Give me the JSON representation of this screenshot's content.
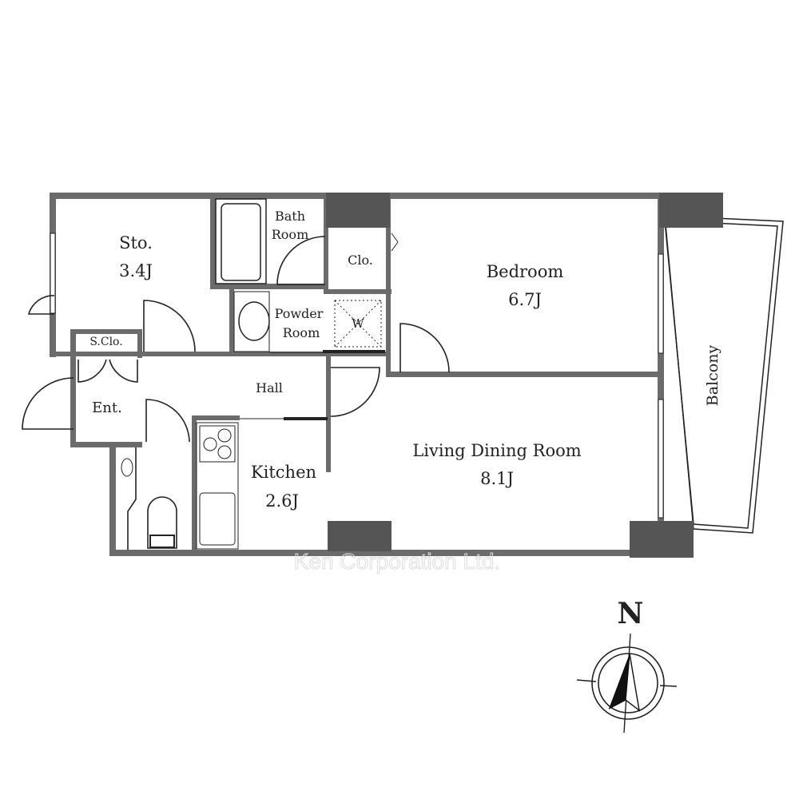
{
  "rooms": {
    "storage": {
      "name": "Sto.",
      "size": "3.4J"
    },
    "bath": {
      "line1": "Bath",
      "line2": "Room"
    },
    "closet": {
      "name": "Clo."
    },
    "bedroom": {
      "name": "Bedroom",
      "size": "6.7J"
    },
    "powder": {
      "line1": "Powder",
      "line2": "Room"
    },
    "washer": {
      "name": "W"
    },
    "shoe_closet": {
      "name": "S.Clo."
    },
    "hall": {
      "name": "Hall"
    },
    "entrance": {
      "name": "Ent."
    },
    "kitchen": {
      "name": "Kitchen",
      "size": "2.6J"
    },
    "living": {
      "name": "Living Dining Room",
      "size": "8.1J"
    },
    "balcony": {
      "name": "Balcony"
    }
  },
  "watermark": "Ken Corporation Ltd.",
  "compass": {
    "label": "N"
  },
  "colors": {
    "wall": "#6b6b6b",
    "pillar": "#555555"
  }
}
